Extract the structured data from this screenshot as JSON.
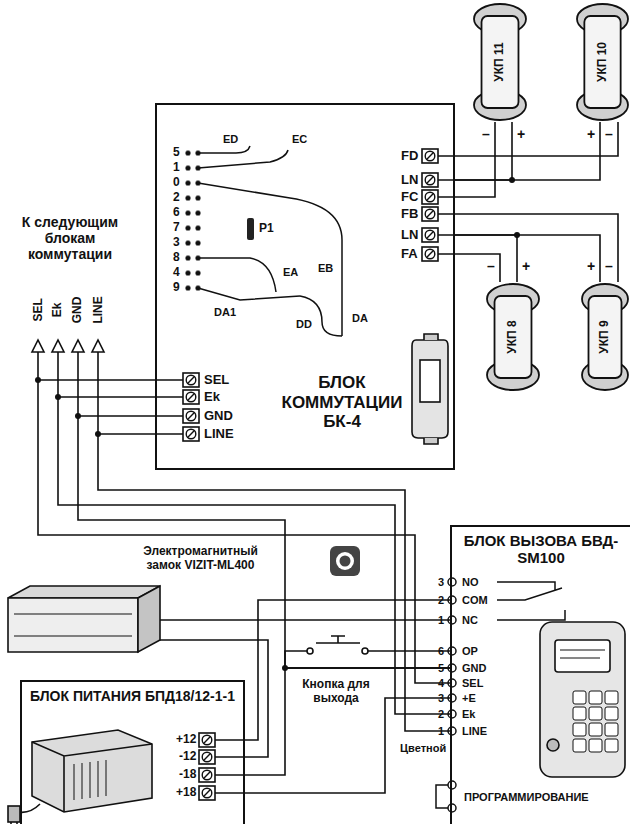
{
  "diagram": {
    "nodes": [
      {
        "text": [
          "УКП 11"
        ]
      },
      {
        "text": [
          "УКП 10"
        ]
      },
      {
        "text": [
          "БЛОК КОММУТАЦИИ БК-4"
        ]
      },
      {
        "text": [
          "УКП 8"
        ]
      },
      {
        "text": [
          "УКП 9"
        ]
      },
      {
        "text": [
          "БЛОК ВЫЗОВА БВД-SM100"
        ]
      },
      {
        "text": [
          "Электромагнитный замок VIZIT-ML400"
        ]
      },
      {
        "text": [
          "Кнопка для выхода"
        ]
      },
      {
        "text": [
          "БЛОК ПИТАНИЯ БПД18/12-1-1"
        ]
      }
    ],
    "edges": [
      {
        "from": 2,
        "to": 0,
        "arrow": "none"
      },
      {
        "from": 2,
        "to": 1,
        "arrow": "none"
      },
      {
        "from": 2,
        "to": 3,
        "arrow": "none"
      },
      {
        "from": 2,
        "to": 4,
        "arrow": "none"
      },
      {
        "from": 2,
        "to": 5,
        "arrow": "none"
      },
      {
        "from": 2,
        "to": 5,
        "arrow": "none"
      },
      {
        "from": 2,
        "to": 5,
        "arrow": "none"
      },
      {
        "from": 2,
        "to": 5,
        "arrow": "none"
      },
      {
        "from": 6,
        "to": 5,
        "arrow": "none"
      },
      {
        "from": 6,
        "to": 8,
        "arrow": "none"
      },
      {
        "from": 7,
        "to": 5,
        "arrow": "none"
      },
      {
        "from": 7,
        "to": 5,
        "arrow": "none"
      },
      {
        "from": 8,
        "to": 5,
        "arrow": "none"
      },
      {
        "from": 8,
        "to": 5,
        "arrow": "none"
      },
      {
        "from": 8,
        "to": 5,
        "arrow": "none"
      }
    ],
    "labels": [
      "К следующим блокам коммутации",
      "SEL",
      "Ek",
      "GND",
      "LINE",
      "FD",
      "LN",
      "FC",
      "FB",
      "LN",
      "FA",
      "SEL",
      "Ek",
      "GND",
      "LINE",
      "5",
      "1",
      "0",
      "2",
      "6",
      "7",
      "3",
      "8",
      "4",
      "9",
      "ED",
      "EC",
      "P1",
      "EA",
      "EB",
      "DA1",
      "DD",
      "DA",
      "–",
      "+",
      "+",
      "–",
      "–",
      "+",
      "+",
      "–",
      "+12",
      "-12",
      "-18",
      "+18",
      "3",
      "2",
      "1",
      "6",
      "5",
      "4",
      "3",
      "2",
      "1",
      "NO",
      "COM",
      "NC",
      "OP",
      "GND",
      "SEL",
      "+E",
      "Ek",
      "LINE",
      "Цветной",
      "ПРОГРАММИРОВАНИЕ"
    ]
  }
}
